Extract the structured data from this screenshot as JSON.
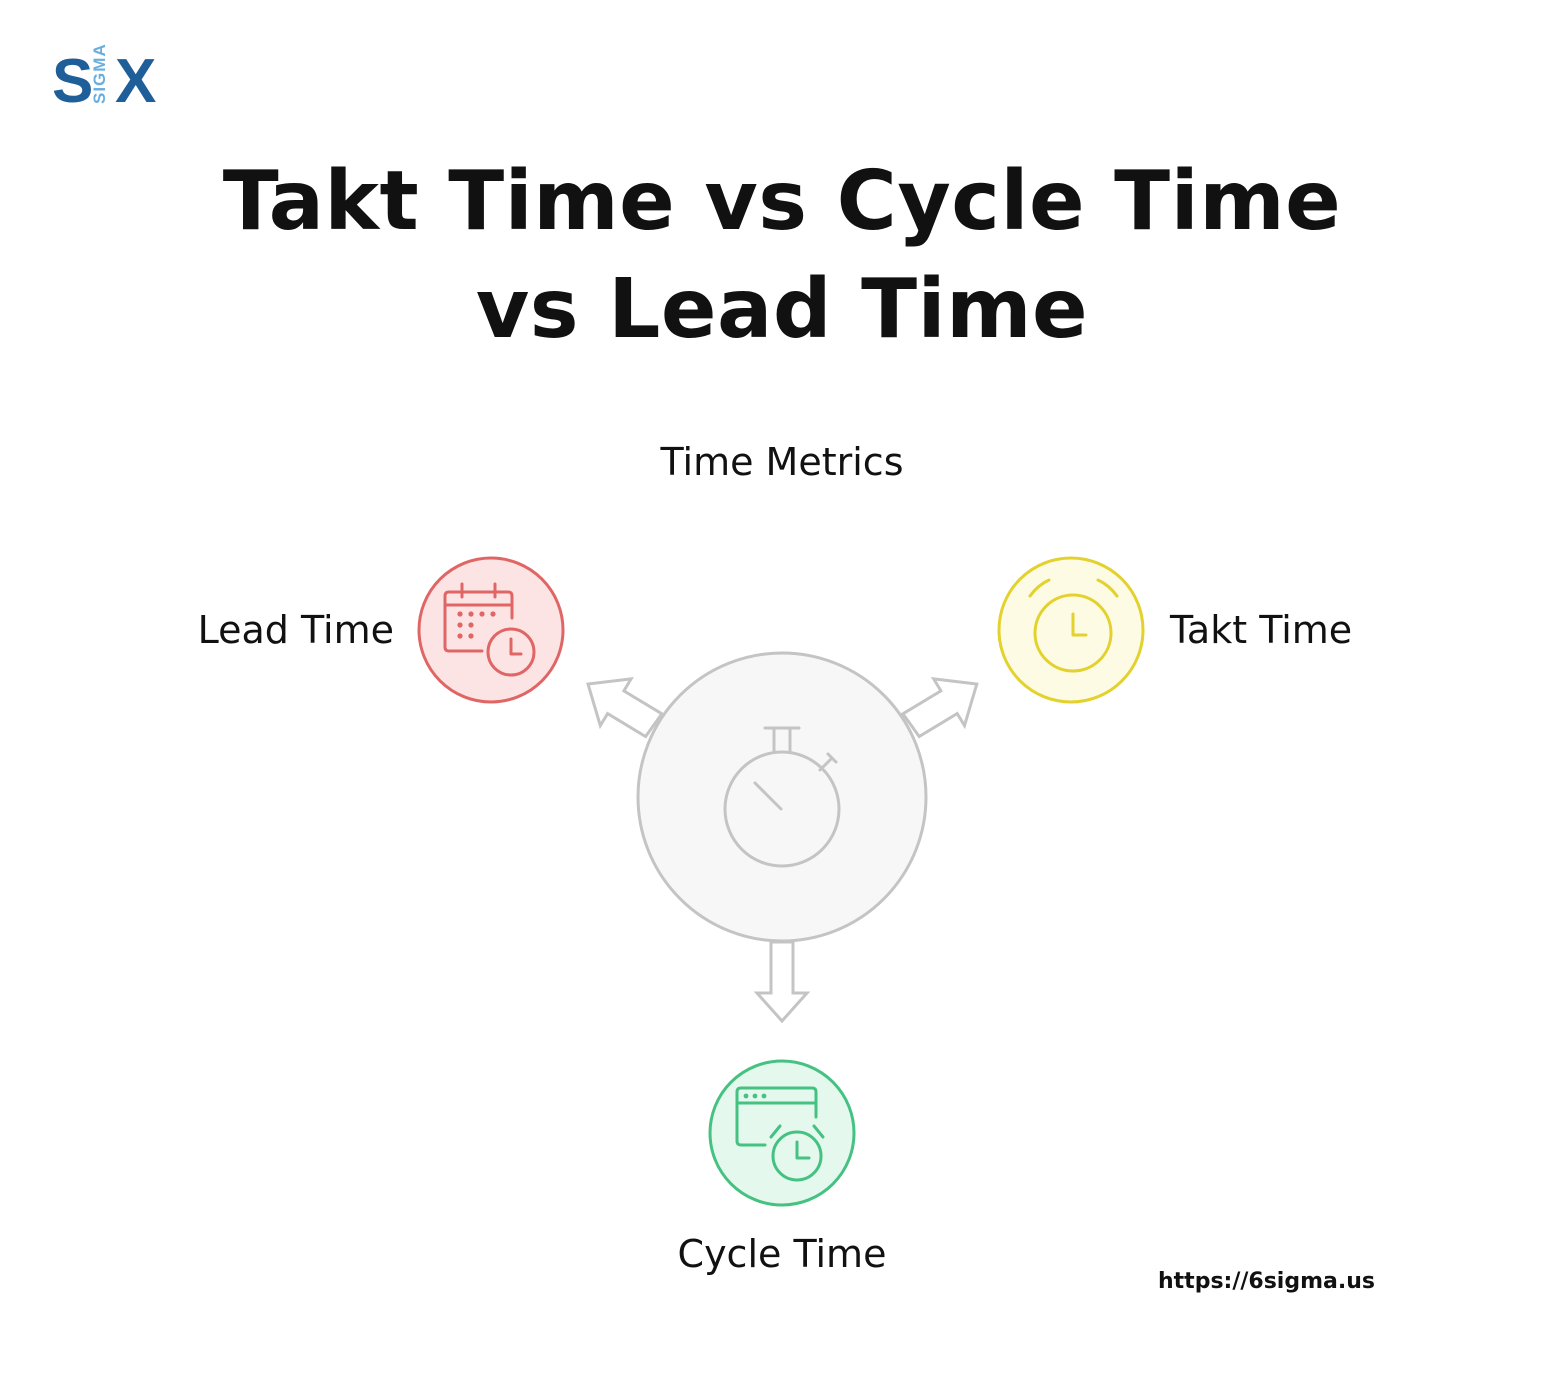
{
  "logo": {
    "letter_left": "S",
    "letter_middle": "SIGMA",
    "letter_right": "X"
  },
  "title": "Takt Time vs Cycle Time vs Lead Time",
  "hub": {
    "label": "Time Metrics",
    "icon": "stopwatch-icon"
  },
  "nodes": [
    {
      "id": "lead",
      "label": "Lead Time",
      "icon": "calendar-clock-icon",
      "color": "#e06666",
      "fill": "#fde4e4"
    },
    {
      "id": "takt",
      "label": "Takt Time",
      "icon": "alarm-clock-icon",
      "color": "#e3d12d",
      "fill": "#fefbe4"
    },
    {
      "id": "cycle",
      "label": "Cycle Time",
      "icon": "browser-clock-icon",
      "color": "#45c182",
      "fill": "#e5f8ee"
    }
  ],
  "footer": {
    "url": "https://6sigma.us"
  }
}
